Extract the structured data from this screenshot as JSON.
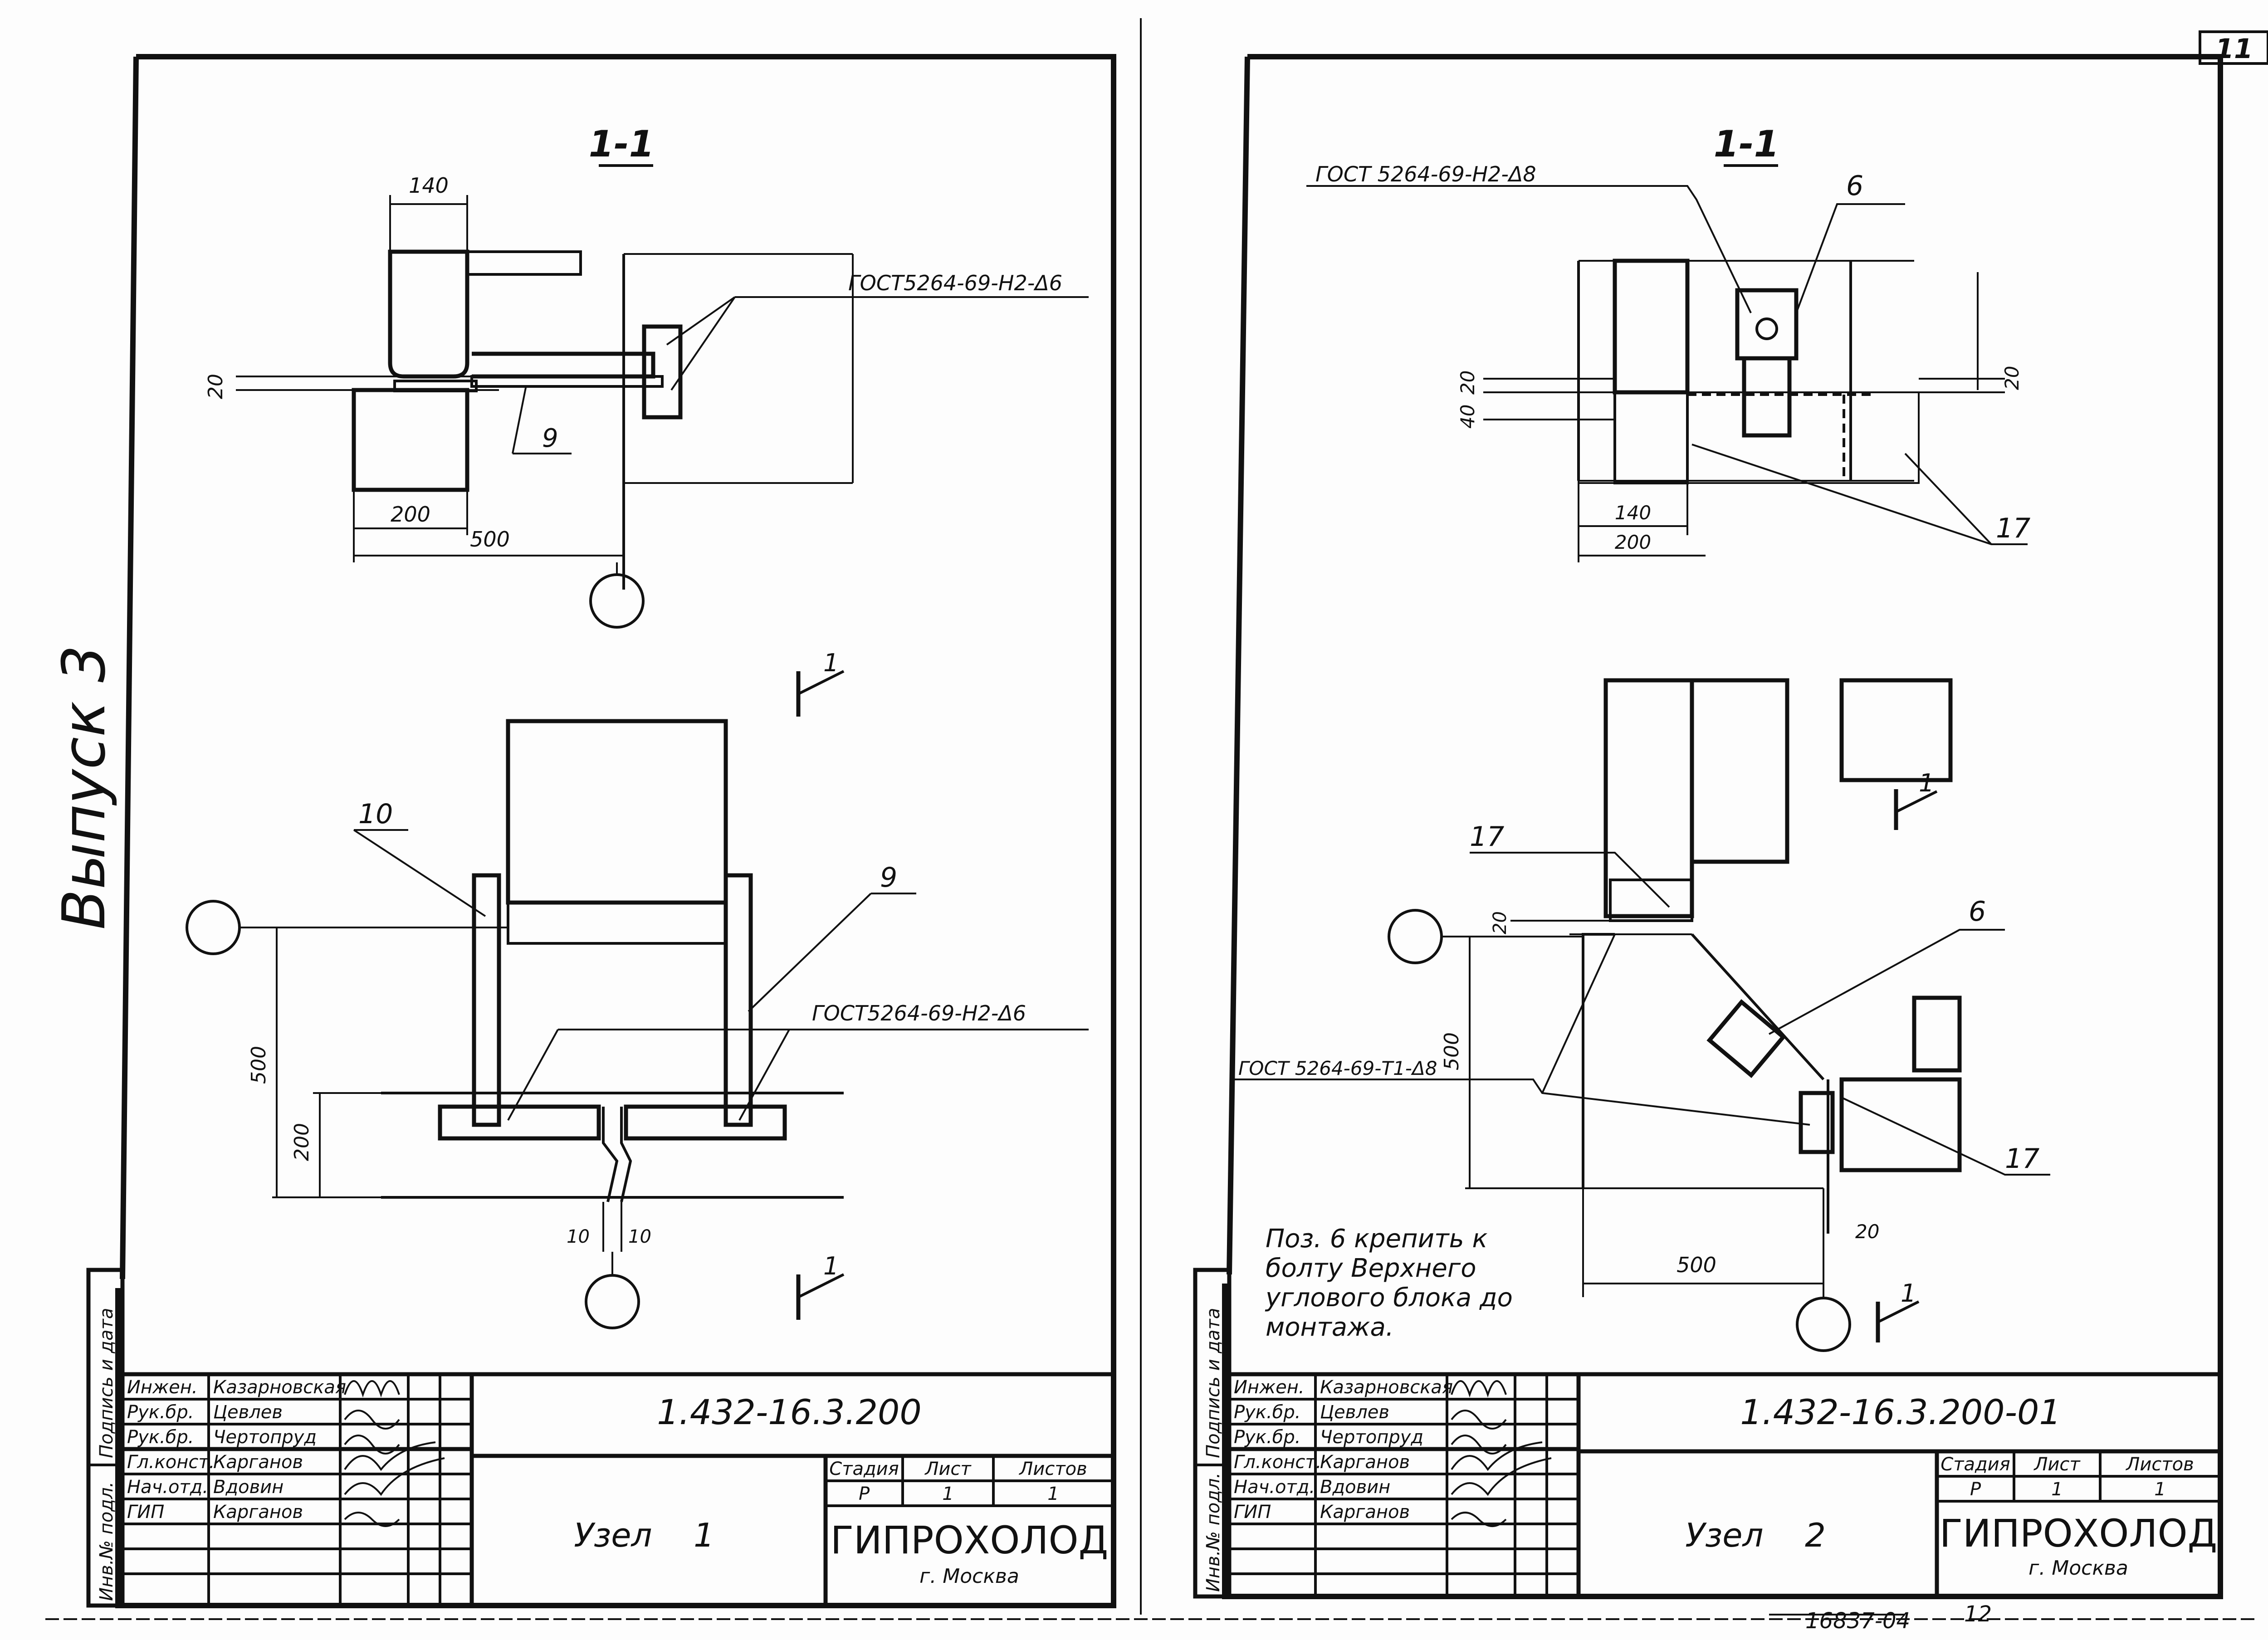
{
  "margin_note": "Выпуск 3",
  "corner_page": "11",
  "bottom_number": "16837-04",
  "bottom_page": "12",
  "sheet_left": {
    "section_label": "1-1",
    "dim_140": "140",
    "dim_20": "20",
    "dim_200": "200",
    "dim_500": "500",
    "weld_note_top": "ГОСТ5264-69-Н2-Δ6",
    "pos_9_top": "9",
    "pos_10": "10",
    "pos_9_plan": "9",
    "weld_note_plan": "ГОСТ5264-69-Н2-Δ6",
    "dim_500_v": "500",
    "dim_200_v": "200",
    "dim_10a": "10",
    "dim_10b": "10",
    "cut_mark_top": "1",
    "cut_mark_bottom": "1",
    "title_code": "1.432-16.3.200",
    "title_name": "Узел    1",
    "staff": [
      {
        "role": "Инжен.",
        "name": "Казарновская"
      },
      {
        "role": "Рук.бр.",
        "name": "Цевлев"
      },
      {
        "role": "Рук.бр.",
        "name": "Чертопруд"
      },
      {
        "role": "Гл.конст.",
        "name": "Карганов"
      },
      {
        "role": "Нач.отд.",
        "name": "Вдовин"
      },
      {
        "role": "ГИП",
        "name": "Карганов"
      }
    ],
    "stage_header": "Стадия",
    "sheet_header": "Лист",
    "sheets_header": "Листов",
    "stage_value": "Р",
    "sheet_value": "1",
    "sheets_value": "1",
    "org_name": "ГИПРОХОЛОД",
    "org_city": "г. Москва",
    "side_label_top": "Подпись и дата",
    "side_label_bottom": "Инв.№ подл."
  },
  "sheet_right": {
    "section_label": "1-1",
    "weld_note_top": "ГОСТ 5264-69-Н2-Δ8",
    "pos_6_top": "6",
    "dim_20_left": "20",
    "dim_40": "40",
    "dim_20_right": "20",
    "dim_140": "140",
    "dim_200": "200",
    "pos_17_top": "17",
    "pos_17_left": "17",
    "dim_20_plan": "20",
    "pos_6_plan": "6",
    "dim_500_v": "500",
    "weld_note_plan": "ГОСТ 5264-69-Т1-Δ8",
    "pos_17_right": "17",
    "dim_20_bottom": "20",
    "dim_500_h": "500",
    "cut_mark_top": "1",
    "cut_mark_bottom": "1",
    "note_lines": [
      "Поз. 6 крепить к",
      "болту Верхнего",
      "углового блока до",
      "монтажа."
    ],
    "title_code": "1.432-16.3.200-01",
    "title_name": "Узел    2",
    "staff": [
      {
        "role": "Инжен.",
        "name": "Казарновская"
      },
      {
        "role": "Рук.бр.",
        "name": "Цевлев"
      },
      {
        "role": "Рук.бр.",
        "name": "Чертопруд"
      },
      {
        "role": "Гл.конст.",
        "name": "Карганов"
      },
      {
        "role": "Нач.отд.",
        "name": "Вдовин"
      },
      {
        "role": "ГИП",
        "name": "Карганов"
      }
    ],
    "stage_header": "Стадия",
    "sheet_header": "Лист",
    "sheets_header": "Листов",
    "stage_value": "Р",
    "sheet_value": "1",
    "sheets_value": "1",
    "org_name": "ГИПРОХОЛОД",
    "org_city": "г. Москва",
    "side_label_top": "Подпись и дата",
    "side_label_bottom": "Инв.№ подл."
  }
}
